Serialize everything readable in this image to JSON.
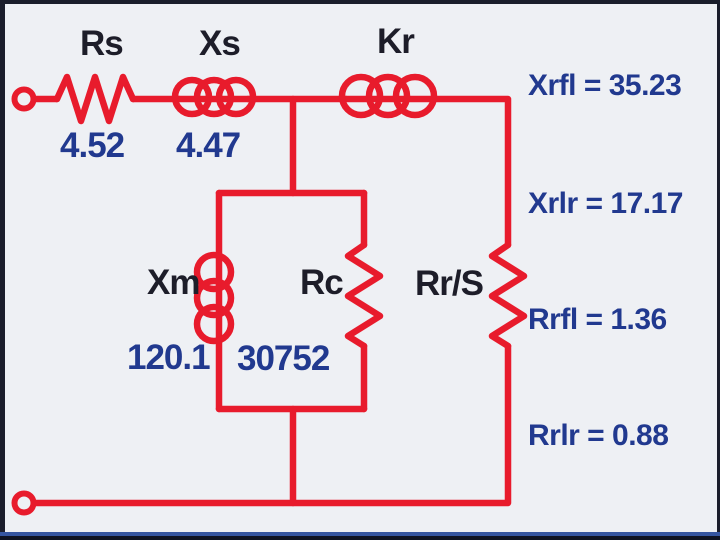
{
  "colors": {
    "wire": "#e81b2c",
    "label": "#1d1d29",
    "value": "#21398f",
    "bg": "#eef0f4",
    "frame": "#1a1d2b",
    "accent": "#3555a0"
  },
  "components": {
    "rs": {
      "label": "Rs",
      "value": "4.52"
    },
    "xs": {
      "label": "Xs",
      "value": "4.47"
    },
    "kr": {
      "label": "Kr"
    },
    "xm": {
      "label": "Xm",
      "value": "120.1"
    },
    "rc": {
      "label": "Rc",
      "value": "30752"
    },
    "rrs": {
      "label": "Rr/S"
    }
  },
  "readouts": {
    "xrfl": {
      "name": "Xrfl",
      "value": "35.23",
      "display": "Xrfl = 35.23"
    },
    "xrlr": {
      "name": "Xrlr",
      "value": "17.17",
      "display": "Xrlr = 17.17"
    },
    "rrfl": {
      "name": "Rrfl",
      "value": "1.36",
      "display": "Rrfl = 1.36"
    },
    "rrlr": {
      "name": "Rrlr",
      "value": "0.88",
      "display": "Rrlr = 0.88"
    }
  }
}
